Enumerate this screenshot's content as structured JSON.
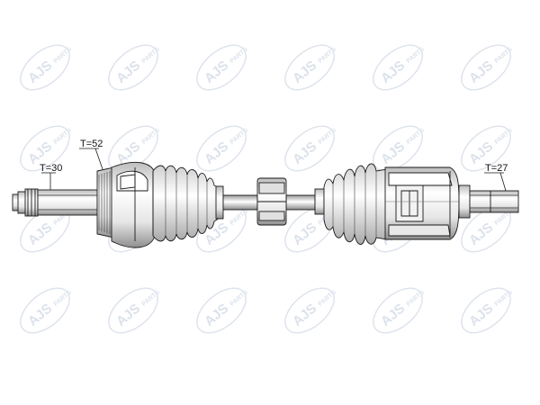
{
  "watermark": {
    "brand": "AJS",
    "suffix": "PARTS",
    "color": "#d7dde8"
  },
  "callouts": [
    {
      "id": "outer-spline",
      "label": "T=30"
    },
    {
      "id": "abs-ring",
      "label": "T=52"
    },
    {
      "id": "inner-spline",
      "label": "T=27"
    }
  ],
  "colors": {
    "line": "#1a1a1a",
    "shade_dark": "#8c8c8c",
    "shade_light": "#f4f4f4"
  }
}
